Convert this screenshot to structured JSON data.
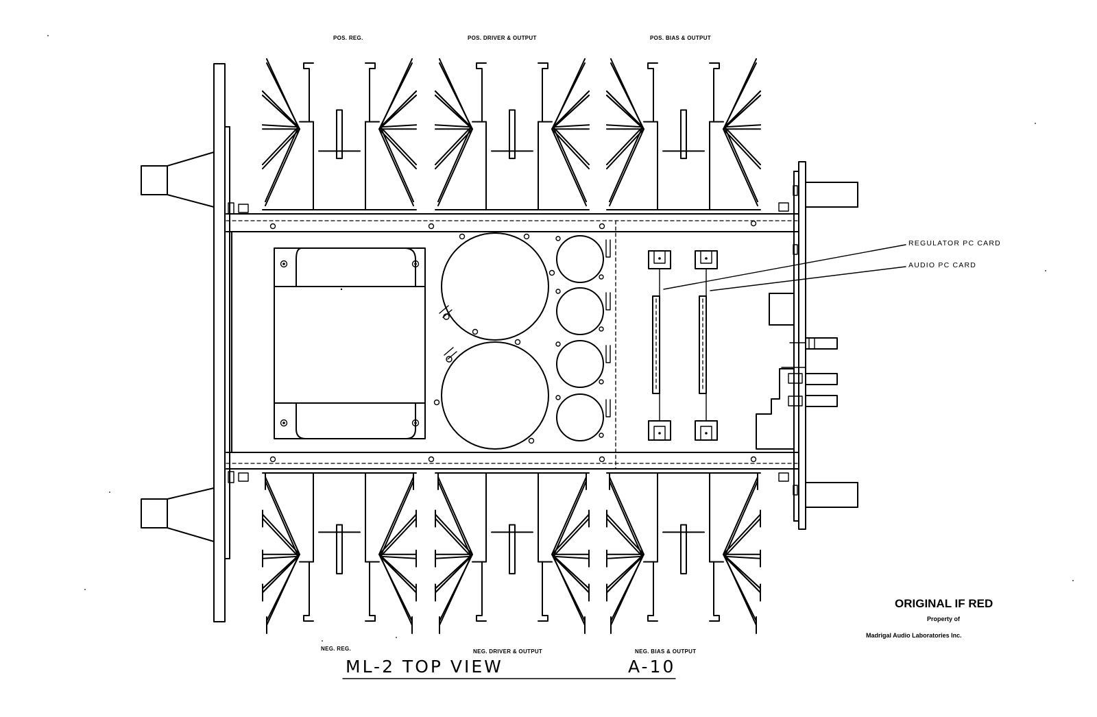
{
  "labels": {
    "pos_reg": "POS. REG.",
    "pos_driver_output": "POS. DRIVER & OUTPUT",
    "pos_bias_output": "POS. BIAS & OUTPUT",
    "neg_reg": "NEG. REG.",
    "neg_driver_output": "NEG. DRIVER & OUTPUT",
    "neg_bias_output": "NEG. BIAS & OUTPUT",
    "regulator_pc_card": "REGULATOR  PC  CARD",
    "audio_pc_card": "AUDIO  PC  CARD"
  },
  "title": {
    "main": "ML-2  TOP  VIEW",
    "sheet": "A-10"
  },
  "stamp": {
    "line1": "ORIGINAL IF RED",
    "line2": "Property of",
    "line3": "Madrigal Audio Laboratories Inc."
  },
  "colors": {
    "ink": "#000000",
    "paper": "#ffffff"
  }
}
